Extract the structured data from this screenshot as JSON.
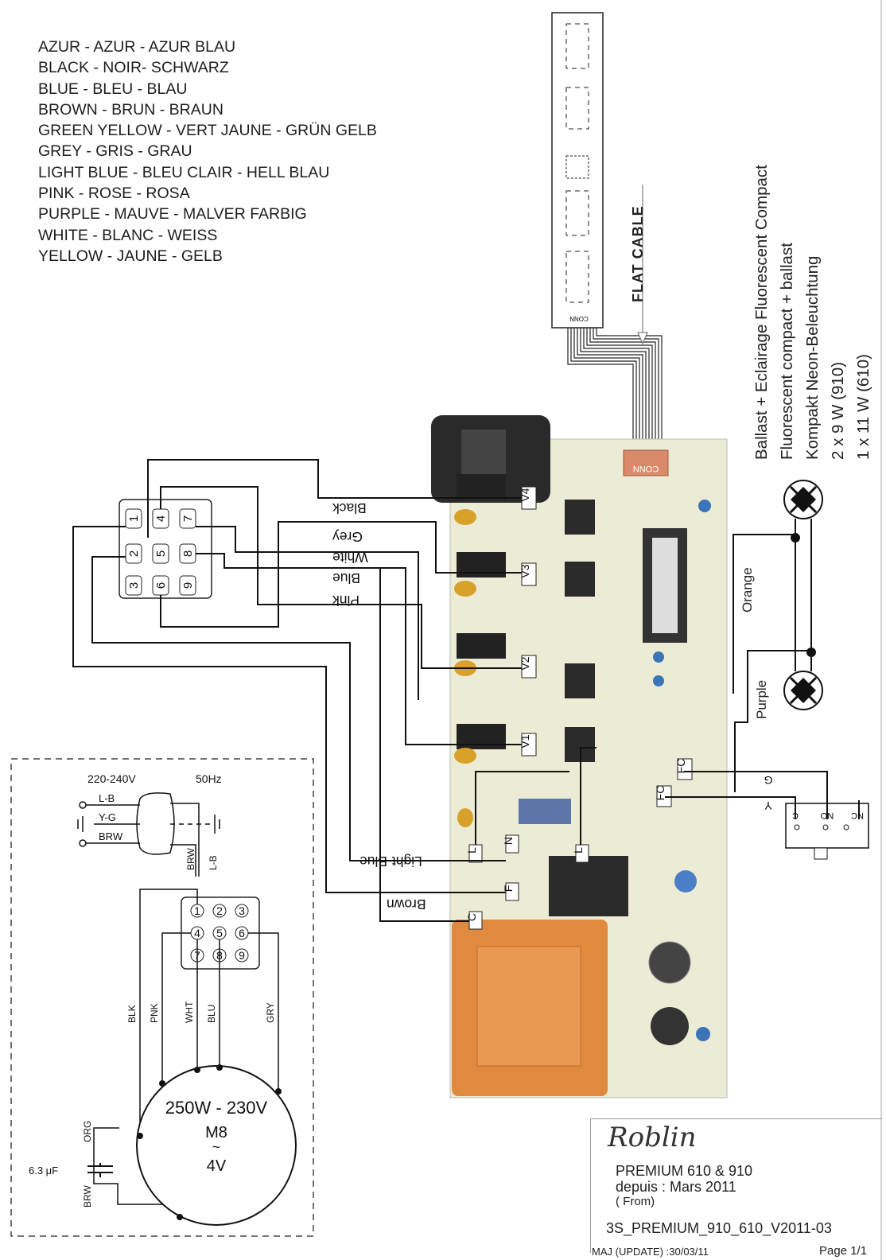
{
  "color_legend": [
    "AZUR - AZUR - AZUR BLAU",
    "BLACK - NOIR- SCHWARZ",
    "BLUE - BLEU - BLAU",
    "BROWN - BRUN - BRAUN",
    "GREEN YELLOW - VERT JAUNE - GRÜN GELB",
    "GREY - GRIS - GRAU",
    "LIGHT BLUE - BLEU CLAIR - HELL BLAU",
    "PINK - ROSE - ROSA",
    "PURPLE - MAUVE - MALVER FARBIG",
    "WHITE - BLANC - WEISS",
    "YELLOW - JAUNE - GELB"
  ],
  "flat_cable_label": "FLAT CABLE",
  "connector_label": "CONN",
  "ballast_text": [
    "Ballast + Eclairage Fluorescent Compact",
    "Fluorescent compact + ballast",
    "Kompakt Neon-Beleuchtung",
    "2 x 9 W   (910)",
    "1 x 11 W (610)"
  ],
  "lamp_wires": {
    "top": "Orange",
    "bottom": "Purple"
  },
  "wires": {
    "black": "Black",
    "grey": "Grey",
    "white": "White",
    "blue": "Blue",
    "pink": "Pink",
    "light_blue": "Light-Blue",
    "brown": "Brown"
  },
  "board_terminals": {
    "v4": "V4",
    "v3": "V3",
    "v2": "V2",
    "v1": "V1",
    "l1": "L",
    "n": "N",
    "l2": "L",
    "f": "F",
    "c": "C",
    "fc1": "FC",
    "fc2": "FC"
  },
  "switch": {
    "g": "G",
    "y": "Y",
    "c": "C",
    "no": "NO",
    "nc": "NC"
  },
  "connector_pins": [
    "1",
    "2",
    "3",
    "4",
    "5",
    "6",
    "7",
    "8",
    "9"
  ],
  "motor_box": {
    "supply_voltage": "220-240V",
    "supply_freq": "50Hz",
    "lb": "L-B",
    "yg": "Y-G",
    "brw": "BRW",
    "wire_brw": "BRW",
    "wire_lb": "L-B",
    "wire_blk": "BLK",
    "wire_pnk": "PNK",
    "wire_wht": "WHT",
    "wire_blu": "BLU",
    "wire_gry": "GRY",
    "wire_org": "ORG",
    "wire_brw2": "BRW",
    "capacitor": "6.3 μF",
    "motor_power": "250W - 230V",
    "motor_name": "M8",
    "motor_speed": "4V"
  },
  "title_block": {
    "logo": "Roblin",
    "model": "PREMIUM 610 & 910",
    "since": "depuis : Mars 2011",
    "from": "( From)",
    "ref": "3S_PREMIUM_910_610_V2011-03",
    "update": "MAJ (UPDATE) :30/03/11",
    "page": "Page 1/1"
  }
}
